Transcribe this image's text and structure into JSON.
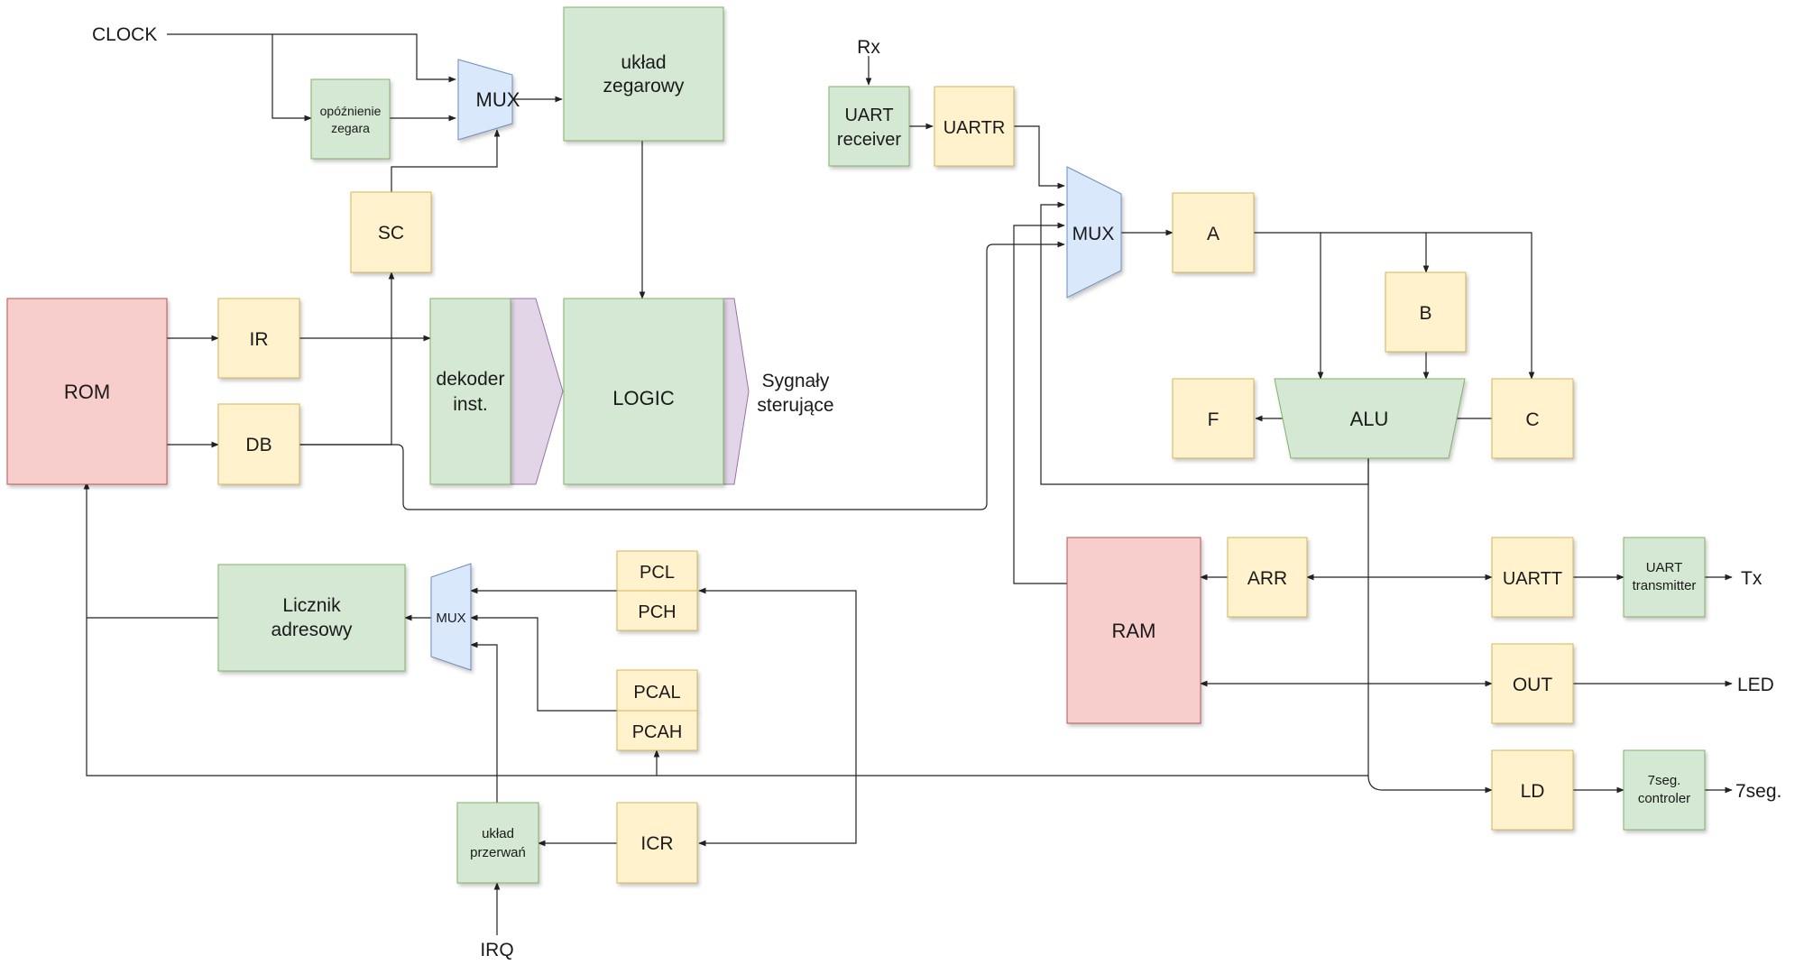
{
  "colors": {
    "register_fill": "#fff2cc",
    "logic_fill": "#d5e8d4",
    "memory_fill": "#f8cecc",
    "mux_fill": "#dae8fc",
    "arrow_fill": "#e1d5e7",
    "wire": "#222222"
  },
  "signals": {
    "clock": "CLOCK",
    "rx": "Rx",
    "irq": "IRQ",
    "tx": "Tx",
    "led": "LED",
    "seg7": "7seg.",
    "control_line1": "Sygnały",
    "control_line2": "sterujące"
  },
  "blocks": {
    "clock_delay_line1": "opóźnienie",
    "clock_delay_line2": "zegara",
    "mux_clock": "MUX",
    "clock_unit_line1": "układ",
    "clock_unit_line2": "zegarowy",
    "sc": "SC",
    "rom": "ROM",
    "ir": "IR",
    "db": "DB",
    "decoder_line1": "dekoder",
    "decoder_line2": "inst.",
    "logic": "LOGIC",
    "uart_rx_line1": "UART",
    "uart_rx_line2": "receiver",
    "uartr": "UARTR",
    "mux_data": "MUX",
    "reg_a": "A",
    "reg_b": "B",
    "reg_c": "C",
    "reg_f": "F",
    "alu": "ALU",
    "address_counter_line1": "Licznik",
    "address_counter_line2": "adresowy",
    "mux_address": "MUX",
    "pcl": "PCL",
    "pch": "PCH",
    "pcal": "PCAL",
    "pcah": "PCAH",
    "icr": "ICR",
    "interrupt_line1": "układ",
    "interrupt_line2": "przerwań",
    "ram": "RAM",
    "arr": "ARR",
    "uartt": "UARTT",
    "uart_tx_line1": "UART",
    "uart_tx_line2": "transmitter",
    "out": "OUT",
    "ld": "LD",
    "seg_ctrl_line1": "7seg.",
    "seg_ctrl_line2": "controler"
  }
}
